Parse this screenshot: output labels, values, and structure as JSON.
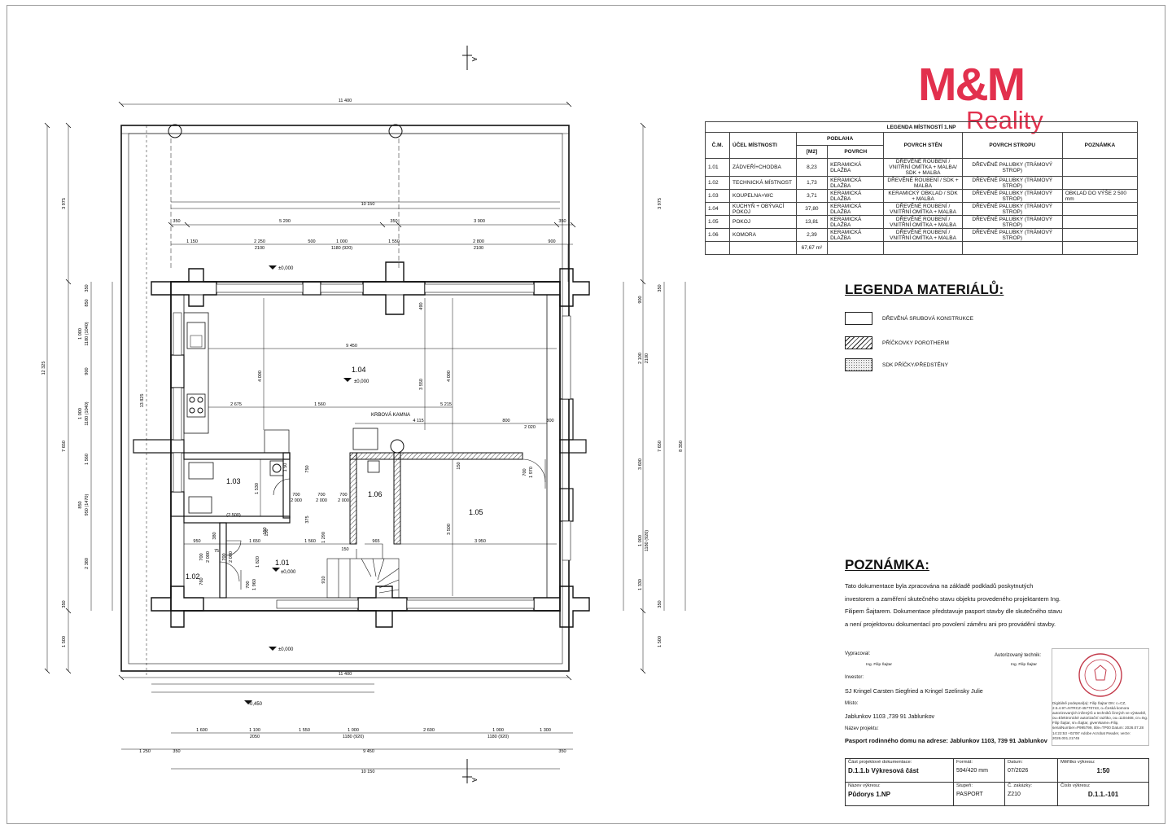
{
  "logo": {
    "mm": "M&M",
    "reality": "Reality",
    "color": "#e2304d"
  },
  "rooms_table": {
    "title": "LEGENDA MÍSTNOSTÍ 1.NP",
    "headers": {
      "num": "Č.M.",
      "purpose": "ÚČEL MÍSTNOSTI",
      "floor": "PODLAHA",
      "area_unit": "[M2]",
      "floor_surface": "POVRCH",
      "walls": "POVRCH STĚN",
      "ceiling": "POVRCH STROPU",
      "note": "POZNÁMKA"
    },
    "rows": [
      {
        "num": "1.01",
        "name": "ZÁDVEŘÍ+CHODBA",
        "area": "8,23",
        "floor": "KERAMICKÁ DLAŽBA",
        "walls": "DŘEVĚNÉ ROUBENÍ / VNITŘNÍ OMÍTKA + MALBA/ SDK + MALBA",
        "ceiling": "DŘEVĚNÉ PALUBKY (TRÁMOVÝ STROP)",
        "note": ""
      },
      {
        "num": "1.02",
        "name": "TECHNICKÁ MÍSTNOST",
        "area": "1,73",
        "floor": "KERAMICKÁ DLAŽBA",
        "walls": "DŘEVĚNÉ ROUBENÍ / SDK + MALBA",
        "ceiling": "DŘEVĚNÉ PALUBKY (TRÁMOVÝ STROP)",
        "note": ""
      },
      {
        "num": "1.03",
        "name": "KOUPELNA+WC",
        "area": "3,71",
        "floor": "KERAMICKÁ DLAŽBA",
        "walls": "KERAMICKÝ OBKLAD / SDK + MALBA",
        "ceiling": "DŘEVĚNÉ PALUBKY (TRÁMOVÝ STROP)",
        "note": "OBKLAD DO VÝŠE 2 500 mm"
      },
      {
        "num": "1.04",
        "name": "KUCHYŇ + OBÝVACÍ POKOJ",
        "area": "37,80",
        "floor": "KERAMICKÁ DLAŽBA",
        "walls": "DŘEVĚNÉ ROUBENÍ / VNITŘNÍ OMÍTKA + MALBA",
        "ceiling": "DŘEVĚNÉ PALUBKY (TRÁMOVÝ STROP)",
        "note": ""
      },
      {
        "num": "1.05",
        "name": "POKOJ",
        "area": "13,81",
        "floor": "KERAMICKÁ DLAŽBA",
        "walls": "DŘEVĚNÉ ROUBENÍ / VNITŘNÍ OMÍTKA + MALBA",
        "ceiling": "DŘEVĚNÉ PALUBKY (TRÁMOVÝ STROP)",
        "note": ""
      },
      {
        "num": "1.06",
        "name": "KOMORA",
        "area": "2,39",
        "floor": "KERAMICKÁ DLAŽBA",
        "walls": "DŘEVĚNÉ ROUBENÍ / VNITŘNÍ OMÍTKA + MALBA",
        "ceiling": "DŘEVĚNÉ PALUBKY (TRÁMOVÝ STROP)",
        "note": ""
      }
    ],
    "total": "67,67 m²"
  },
  "materials": {
    "title": "LEGENDA MATERIÁLŮ:",
    "items": [
      {
        "label": "DŘEVĚNÁ SRUBOVÁ KONSTRUKCE"
      },
      {
        "label": "PŘÍČKOVKY  POROTHERM"
      },
      {
        "label": "SDK PŘÍČKY/PŘEDSTĚNY"
      }
    ]
  },
  "note": {
    "title": "POZNÁMKA:",
    "text": "Tato dokumentace byla zpracována na základě podkladů poskytnutých investorem a zaměření skutečného stavu objektu provedeného projektantem Ing. Filipem Šajtarem. Dokumentace představuje pasport stavby dle skutečného stavu a není projektovou dokumentací pro povolení záměru ani pro provádění stavby."
  },
  "title_block": {
    "prepared_label": "Vypracoval:",
    "prepared_name": "Ing. Filip Šajtar",
    "authorized_label": "Autorizovaný technik:",
    "authorized_name": "Ing. Filip Šajtar",
    "investor_label": "Investor:",
    "investor": "SJ Kringel Carsten Siegfried a Kringel Szelinsky Julie",
    "place_label": "Místo:",
    "place": "Jablunkov 1103 ,739 91 Jablunkov",
    "project_label": "Název projektu:",
    "project": "Pasport rodinného domu na adrese: Jablunkov 1103, 739 91 Jablunkov",
    "part_label": "Část projektové dokumentace:",
    "part": "D.1.1.b Výkresová část",
    "format_label": "Formát:",
    "format": "594/420 mm",
    "date_label": "Datum:",
    "date": "07/2026",
    "scale_label": "Měřítko výkresu:",
    "scale": "1:50",
    "drawing_label": "Název výkresu:",
    "drawing": "Půdorys 1.NP",
    "stage_label": "Stupeň:",
    "stage": "PASPORT",
    "order_label": "Č. zakázky:",
    "order": "Z210",
    "number_label": "Číslo výkresu:",
    "number": "D.1.1.-101"
  },
  "signature": {
    "text": "Digitálně podepsal(a): Filip Šajtar DN: c=CZ, 2.5.4.97=NTRCZ-45770743, o=Česká komora autorizovaných inženýrů a techniků činných ve výstavbě, ou=Elektronické autorizační razítko, ou=1104468, cn=Ing. Filip Šajtar, sn=Šajtar, givenName=Filip, serialNumber=P995799, title=TP00 Datum: 2026.07.28 14:22:53 +02'00' Adobe Acrobat Reader, verze: 2026.001.21745"
  },
  "plan": {
    "rooms": [
      {
        "id": "1.01",
        "level": "±0,000"
      },
      {
        "id": "1.02"
      },
      {
        "id": "1.03"
      },
      {
        "id": "1.04",
        "level": "±0,000"
      },
      {
        "id": "1.05"
      },
      {
        "id": "1.06"
      }
    ],
    "level_marks": [
      "±0,000",
      "±0,000",
      "-0,450"
    ],
    "stove_label": "KRBOVÁ KAMNA",
    "section_mark": "A",
    "dim_top": [
      "11 400",
      "10 150",
      "350",
      "5 200",
      "350",
      "3 900",
      "350",
      "1 150",
      "2 250",
      "2100",
      "500",
      "1 000",
      "1180 (920)",
      "1 550",
      "2 800",
      "2100",
      "900"
    ],
    "dim_bottom": [
      "11 400",
      "1 600",
      "1 100",
      "2050",
      "1 550",
      "1 000",
      "1180 (920)",
      "2 600",
      "1 000",
      "1180 (920)",
      "1 300",
      "1 250",
      "350",
      "9 450",
      "350",
      "10 150"
    ],
    "dim_left": [
      "3 975",
      "12 325",
      "350",
      "850",
      "1 000",
      "1180 (1040)",
      "900",
      "1 000",
      "1180 (1040)",
      "1 560",
      "850",
      "950 (1470)",
      "2 380",
      "350",
      "1 500",
      "7 650",
      "13 825"
    ],
    "dim_right": [
      "3 975",
      "350",
      "900",
      "2 100",
      "2100",
      "3 600",
      "1 000",
      "1180 (920)",
      "1 330",
      "350",
      "1 500",
      "7 650",
      "8 350"
    ],
    "dim_inner": [
      "9 450",
      "4 000",
      "3 550",
      "4 000",
      "2 675",
      "1 560",
      "5 215",
      "4 115",
      "800",
      "2 020",
      "300",
      "490",
      "150",
      "1 530",
      "(2 500)",
      "750",
      "700",
      "2 000",
      "700",
      "2 000",
      "700",
      "2 000",
      "375",
      "150",
      "1 290",
      "950",
      "380",
      "1 650",
      "1 560",
      "965",
      "3 950",
      "3 500",
      "150",
      "700",
      "2 000",
      "75",
      "700",
      "2 000",
      "760",
      "1 820",
      "700",
      "1 960",
      "910",
      "150",
      "700",
      "1 970",
      "1 50"
    ]
  }
}
